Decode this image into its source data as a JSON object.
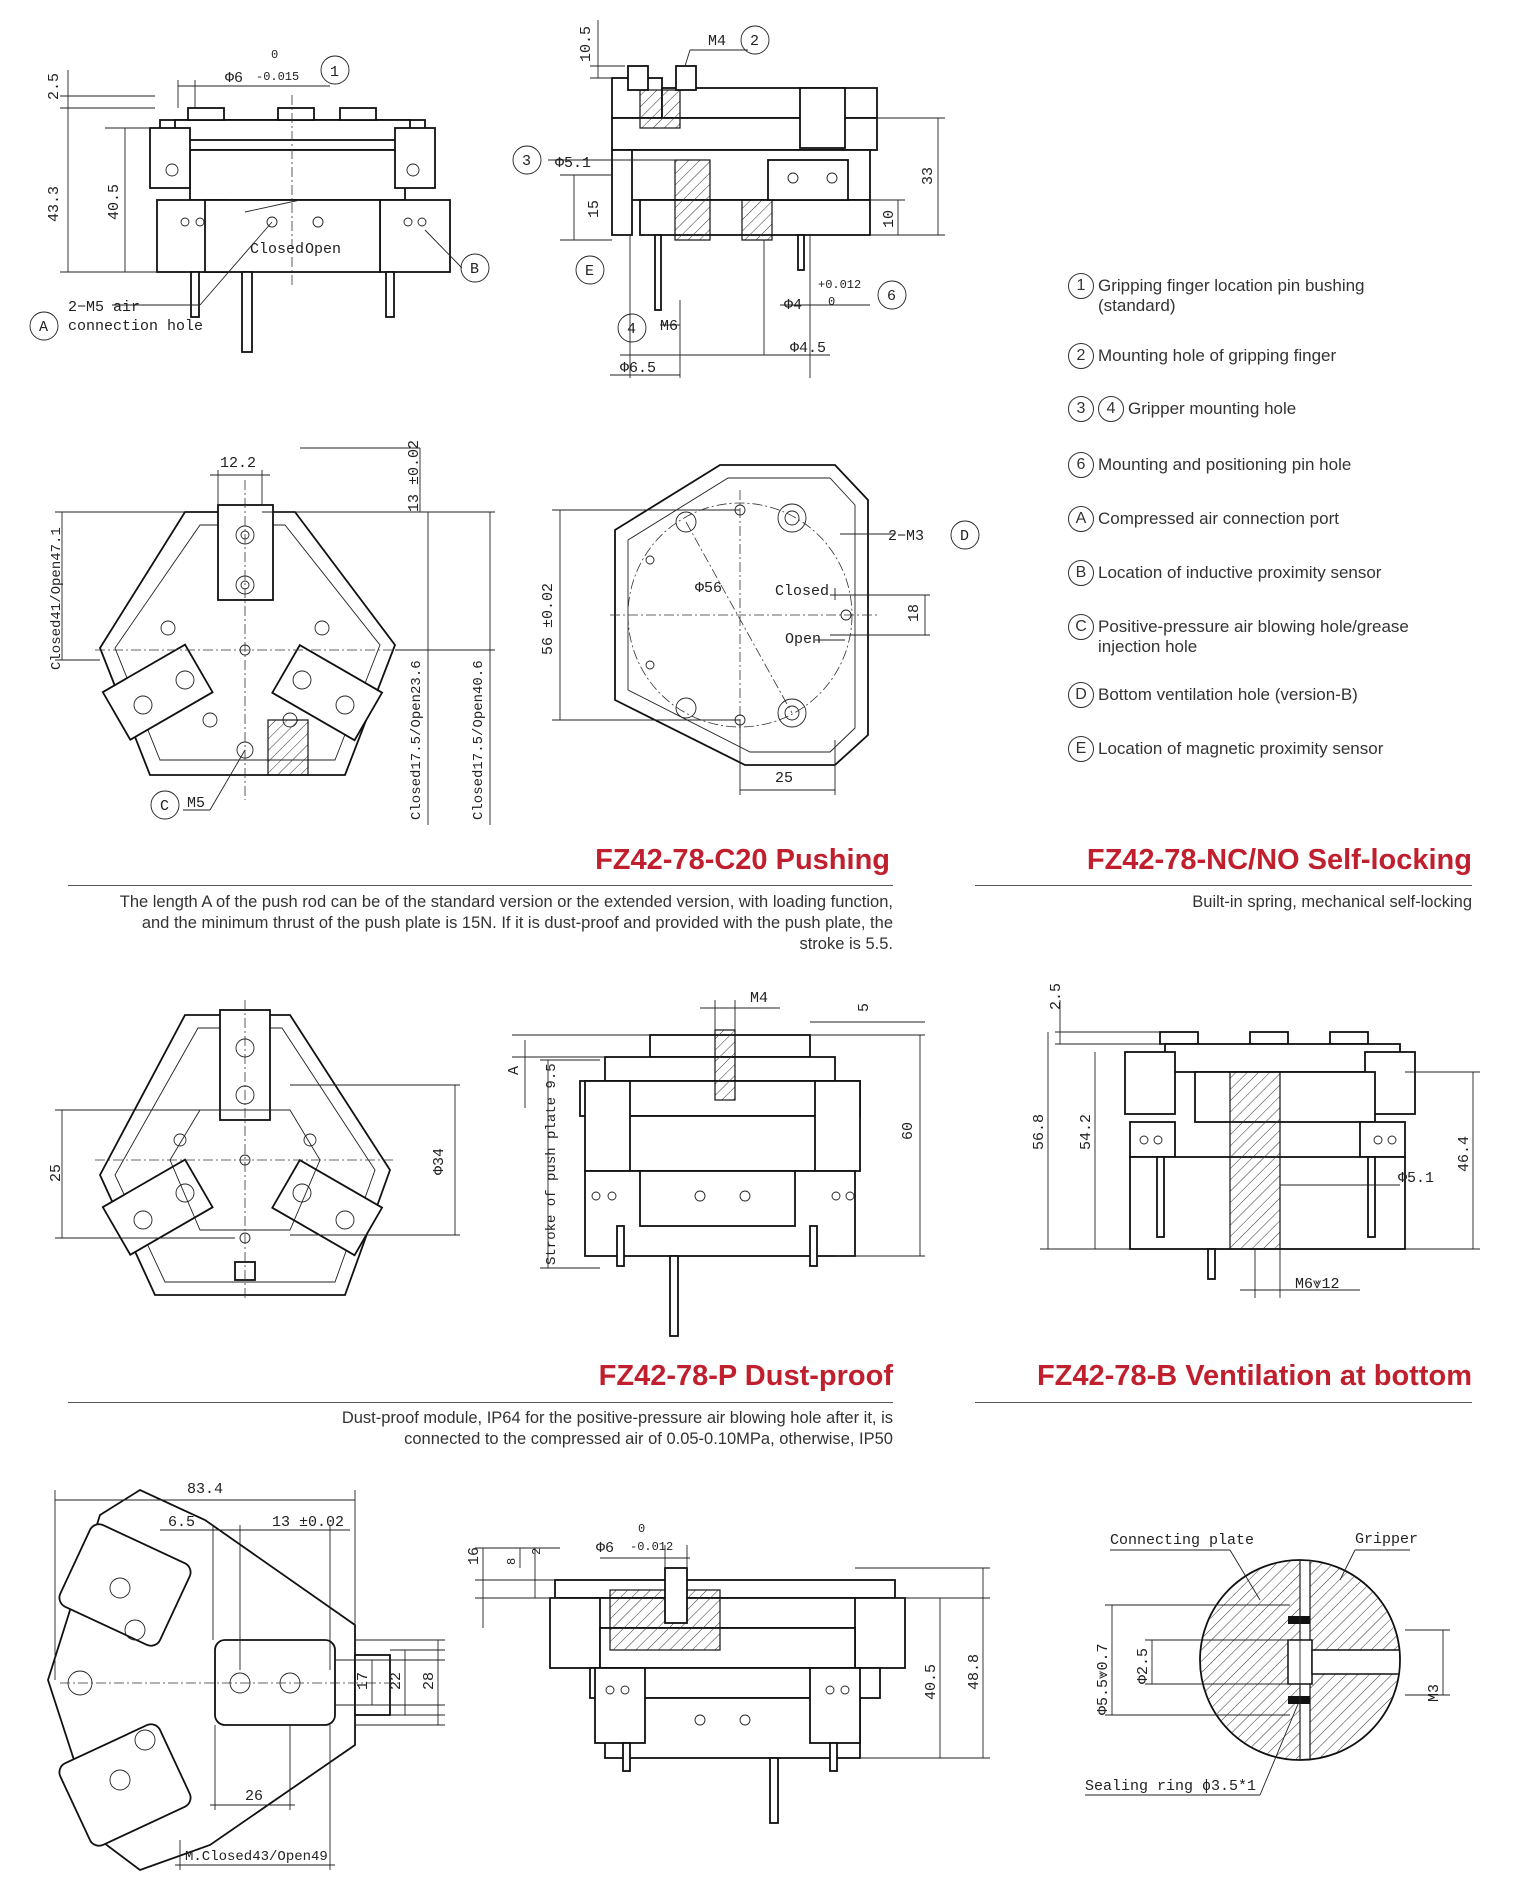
{
  "legend": [
    {
      "id": "1",
      "text": "Gripping finger location pin bushing (standard)"
    },
    {
      "id": "2",
      "text": "Mounting hole of gripping finger"
    },
    {
      "id": "3",
      "id2": "4",
      "text": "Gripper mounting hole"
    },
    {
      "id": "6",
      "text": "Mounting and positioning pin hole"
    },
    {
      "id": "A",
      "text": "Compressed air connection port"
    },
    {
      "id": "B",
      "text": "Location of inductive proximity sensor"
    },
    {
      "id": "C",
      "text": "Positive-pressure air blowing hole/grease injection hole"
    },
    {
      "id": "D",
      "text": "Bottom ventilation hole (version-B)"
    },
    {
      "id": "E",
      "text": "Location of magnetic proximity sensor"
    }
  ],
  "sections": {
    "c20": {
      "title": "FZ42-78-C20 Pushing",
      "desc": "The length A of the push rod can be of the standard version or the extended version, with loading function, and the minimum thrust of the push plate is 15N. If it is dust-proof and provided with the push plate, the stroke is 5.5."
    },
    "nc": {
      "title": "FZ42-78-NC/NO Self-locking",
      "desc": "Built-in spring, mechanical self-locking"
    },
    "p": {
      "title": "FZ42-78-P Dust-proof",
      "desc": "Dust-proof module, IP64 for the positive-pressure air blowing hole after it, is connected to the compressed air of 0.05-0.10MPa, otherwise, IP50"
    },
    "b": {
      "title": "FZ42-78-B Ventilation at bottom",
      "desc": ""
    }
  },
  "dims": {
    "d2_5": "2.5",
    "d43_3": "43.3",
    "d40_5": "40.5",
    "phi6": "Φ6",
    "tol0": "0",
    "tol015": "-0.015",
    "c1": "1",
    "m5air1": "2−M5 air",
    "m5air2": "connection hole",
    "closed": "Closed",
    "open": "Open",
    "cA": "A",
    "cB": "B",
    "d10_5": "10.5",
    "m4": "M4",
    "c2": "2",
    "c3": "3",
    "phi5_1": "Φ5.1",
    "d15": "15",
    "d33": "33",
    "d10": "10",
    "cE": "E",
    "phi4": "Φ4",
    "tolp012": "+0.012",
    "tol0b": "0",
    "c6": "6",
    "c4": "4",
    "m6": "M6",
    "phi4_5": "Φ4.5",
    "phi6_5": "Φ6.5",
    "d12_2": "12.2",
    "d13": "13 ±0.02",
    "dClosed41": "Closed41/Open47.1",
    "dCl17a": "Closed17.5/Open23.6",
    "dCl17b": "Closed17.5/Open40.6",
    "cC": "C",
    "m5": "M5",
    "d56": "56 ±0.02",
    "m3": "2−M3",
    "cD": "D",
    "phi56": "Φ56",
    "d18": "18",
    "d25a": "25",
    "d25b": "25",
    "phi34": "Φ34",
    "m4b": "M4",
    "d5": "5",
    "dA": "A",
    "stroke": "Stroke of push plate 9.5",
    "d60": "60",
    "d2_5b": "2.5",
    "d56_8": "56.8",
    "d54_2": "54.2",
    "d46_4": "46.4",
    "phi5_1b": "Φ5.1",
    "m6_12": "M6⩔12",
    "d83_4": "83.4",
    "d6_5": "6.5",
    "d13b": "13 ±0.02",
    "d17": "17",
    "d22": "22",
    "d28": "28",
    "d26": "26",
    "dMclosed": "M.Closed43/Open49",
    "d16": "16",
    "d8": "8",
    "d2": "2",
    "phi6b": "Φ6",
    "tol0c": "0",
    "tol012c": "-0.012",
    "d40_5b": "40.5",
    "d48_8": "48.8",
    "conn": "Connecting plate",
    "grip": "Gripper",
    "phi5_5": "Φ5.5⩔0.7",
    "phi2_5": "Φ2.5",
    "m3b": "M3",
    "seal": "Sealing ring ϕ3.5*1"
  }
}
